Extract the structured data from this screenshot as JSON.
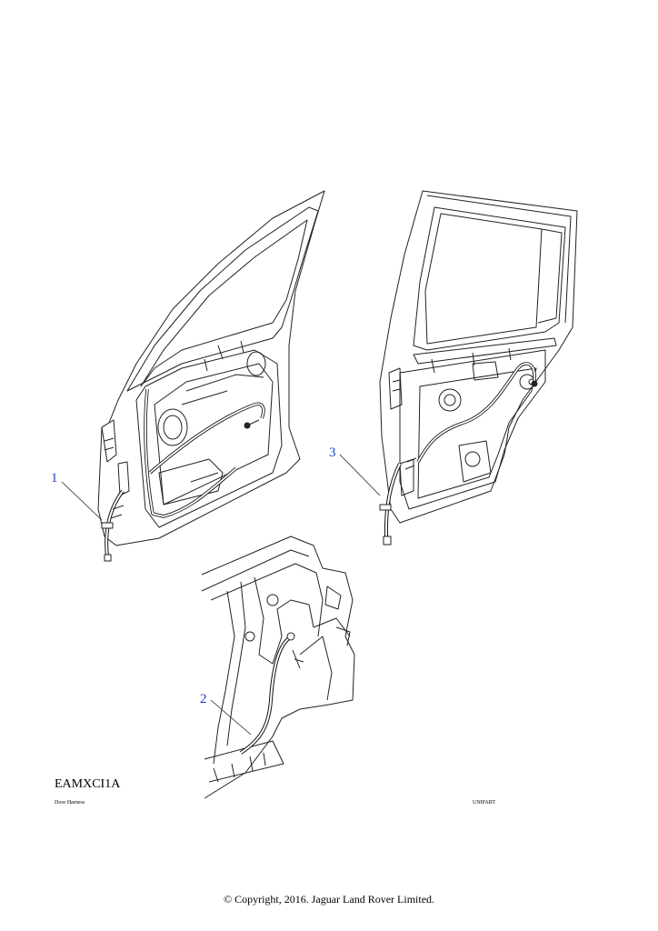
{
  "callouts": [
    {
      "label": "1",
      "color": "#1a3fbf"
    },
    {
      "label": "2",
      "color": "#1a3fbf"
    },
    {
      "label": "3",
      "color": "#1a3fbf"
    }
  ],
  "footer": {
    "ref_code": "EAMXCI1A",
    "title": "Door Harness",
    "source": "UNIPART",
    "copyright": "© Copyright, 2016. Jaguar Land Rover Limited."
  },
  "colors": {
    "line": "#222222",
    "callout": "#1a3fbf"
  }
}
